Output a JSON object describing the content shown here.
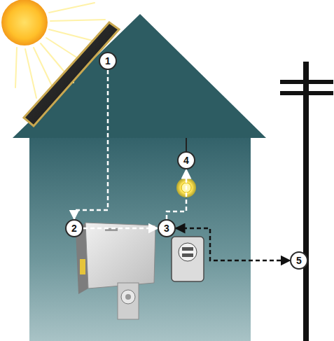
{
  "diagram": {
    "nodes": [
      {
        "text": [
          "1"
        ]
      },
      {
        "text": [
          "2"
        ]
      },
      {
        "text": [
          "3"
        ]
      },
      {
        "text": [
          "4"
        ]
      },
      {
        "text": [
          "5"
        ]
      }
    ],
    "edges": [
      {
        "from": 0,
        "to": 1,
        "arrow": "to"
      },
      {
        "from": 1,
        "to": 2,
        "arrow": "to"
      },
      {
        "from": 2,
        "to": 3,
        "arrow": "to"
      },
      {
        "from": 2,
        "to": 4,
        "arrow": "both"
      }
    ]
  }
}
